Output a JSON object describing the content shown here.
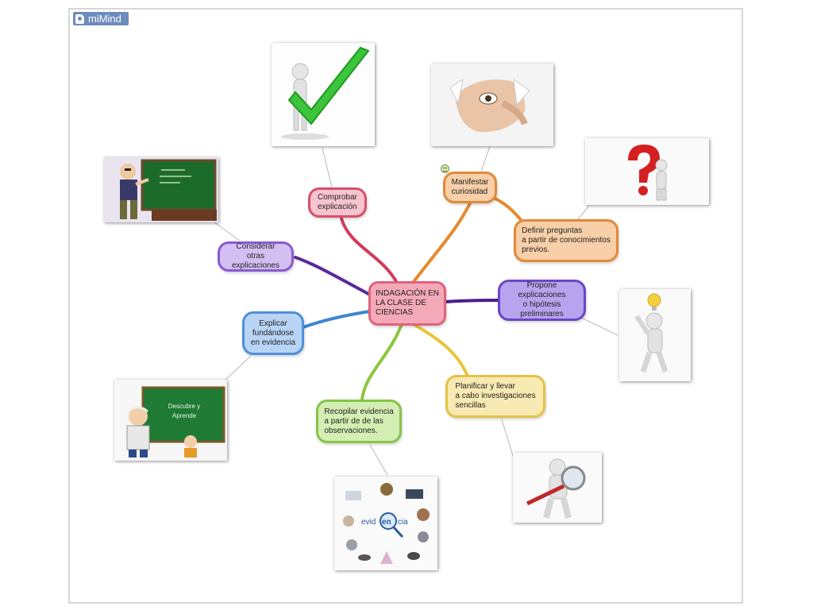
{
  "app": {
    "logo_text": "miMind"
  },
  "central": {
    "label": "INDAGACIÓN EN\nLA CLASE DE\nCIENCIAS",
    "color": "#e0627d",
    "fill": "#f4a9b8"
  },
  "nodes": {
    "comprobar": {
      "label": "Comprobar\nexplicación",
      "color": "#d94f6a",
      "fill": "#f6c4cf"
    },
    "manifestar": {
      "label": "Manifestar\ncuriosidad",
      "color": "#e08a3a",
      "fill": "#f7cfa8"
    },
    "definir": {
      "label": "Definir preguntas\na partir de conocimientos\nprevios.",
      "color": "#e08a3a",
      "fill": "#f7cfa8"
    },
    "propone": {
      "label": "Propone explicaciones\no hipótesis\npreliminares",
      "color": "#6b45c7",
      "fill": "#b8a3ef"
    },
    "planificar": {
      "label": "Planificar y llevar\na cabo investigaciones\nsencillas",
      "color": "#e3c345",
      "fill": "#f8eab3"
    },
    "recopilar": {
      "label": "Recopilar evidencia\na partir de de las\nobservaciones.",
      "color": "#86c447",
      "fill": "#d4eeb3"
    },
    "explicar": {
      "label": "Explicar\nfundándose\nen evidencia",
      "color": "#4f8fd9",
      "fill": "#b8d4f5"
    },
    "considerar": {
      "label": "Considerar\notras explicaciones",
      "color": "#8a5ad0",
      "fill": "#d3bff2"
    }
  },
  "branch_colors": {
    "comprobar": "#d33a5c",
    "manifestar": "#e68a2e",
    "propone": "#4a1e8a",
    "planificar": "#e8c43a",
    "recopilar": "#8cc63f",
    "explicar": "#3f86d1",
    "considerar": "#5a2a9a"
  },
  "images": {
    "check": {
      "icon": "checkmark-figure"
    },
    "peeking": {
      "icon": "peeking-eye"
    },
    "question": {
      "icon": "question-figure"
    },
    "teacher": {
      "icon": "teacher-blackboard"
    },
    "lightbulb": {
      "icon": "lightbulb-figure"
    },
    "chalkboard": {
      "icon": "chalkboard-scene",
      "text": "Descubre y\nAprende"
    },
    "magnifier": {
      "icon": "magnifier-figure"
    },
    "evidencia": {
      "icon": "evidencia-collage",
      "text_a": "evid",
      "text_b": "en",
      "text_c": "cia"
    }
  }
}
